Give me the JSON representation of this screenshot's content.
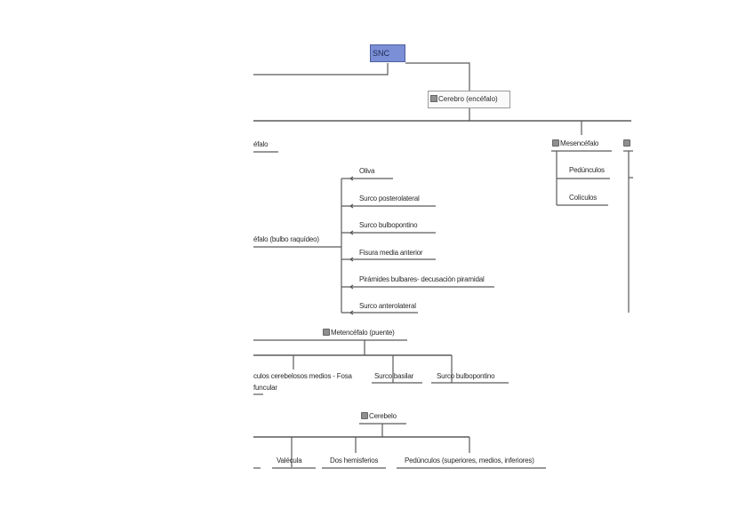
{
  "nodes": {
    "snc": "SNC",
    "cerebro_encefalo": "Cerebro (encéfalo)",
    "encefalo_cut": "éfalo",
    "mesencefalo": "Mesencéfalo",
    "pedunculos": "Pedúnculos",
    "coliculos": "Colículos",
    "bulbo": "éfalo (bulbo raquídeo)",
    "oliva": "Oliva",
    "surco_posterolateral": "Surco posterolateral",
    "surco_bulbopontino": "Surco bulbopontino",
    "fisura_media_anterior": "Fisura media anterior",
    "piramides": "Pirámides bulbares- decusación piramidal",
    "surco_anterolateral": "Surco anterolateral",
    "metencefalo_puente": "Metencéfalo (puente)",
    "pedunculos_cerebelosos_line1": "culos cerebelosos medios - Fosa",
    "pedunculos_cerebelosos_line2": "funcular",
    "surco_basilar": "Surco basilar",
    "surco_bulbopontino_2": "Surco bulbopontino",
    "cerebelo": "Cerebelo",
    "valecula": "Valécula",
    "dos_hemisferios": "Dos hemisferios",
    "pedunculos_cerebelo": "Pedúnculos (superiores, medios, inferiores)"
  },
  "colors": {
    "root_fill": "#7b8fd6",
    "line": "#5a5a5a",
    "text": "#2a2a2a"
  }
}
